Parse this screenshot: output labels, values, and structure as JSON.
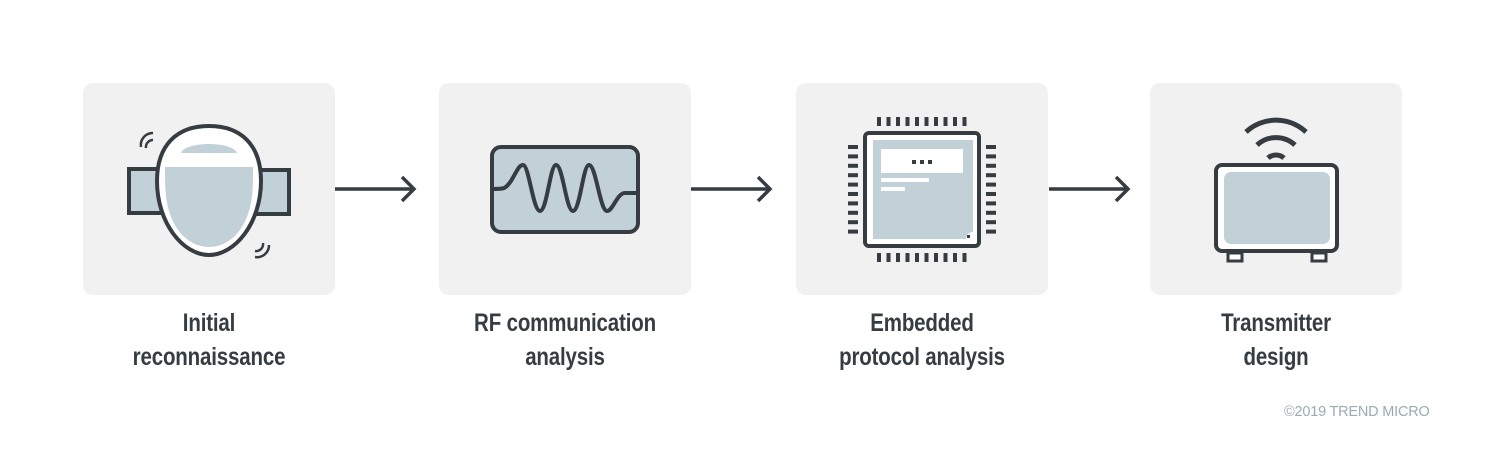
{
  "steps": [
    {
      "id": "initial-reconnaissance",
      "icon": "device-with-signal-icon",
      "line1": "Initial",
      "line2": "reconnaissance"
    },
    {
      "id": "rf-communication-analysis",
      "icon": "waveform-icon",
      "line1": "RF communication",
      "line2": "analysis"
    },
    {
      "id": "embedded-protocol-analysis",
      "icon": "microchip-icon",
      "line1": "Embedded",
      "line2": "protocol analysis"
    },
    {
      "id": "transmitter-design",
      "icon": "transmitter-icon",
      "line1": "Transmitter",
      "line2": "design"
    }
  ],
  "connectors": [
    "arrow-right",
    "arrow-right",
    "arrow-right"
  ],
  "colors": {
    "card": "#f1f1f1",
    "stroke": "#353c42",
    "fill": "#c2d1d7",
    "text": "#353c42",
    "copyright": "#9aabb2"
  },
  "copyright": "©2019 TREND MICRO"
}
